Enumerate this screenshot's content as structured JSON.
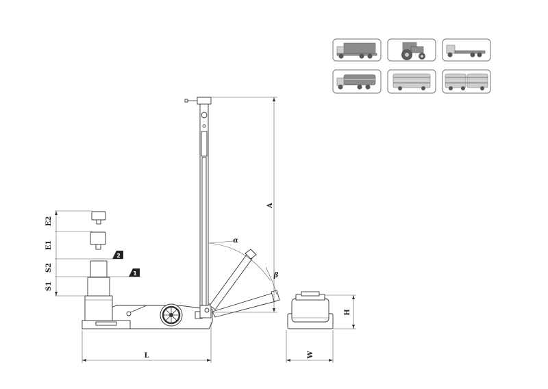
{
  "labels": {
    "A": "A",
    "L": "L",
    "W": "W",
    "H": "H",
    "E1": "E1",
    "E2": "E2",
    "S1": "S1",
    "S2": "S2",
    "alpha": "α",
    "beta": "β",
    "stage1": "1",
    "stage2": "2"
  },
  "vehicle_icons": [
    "truck-icon",
    "tractor-icon",
    "flatbed-truck-icon",
    "tanker-truck-icon",
    "bus-icon",
    "articulated-bus-icon"
  ]
}
